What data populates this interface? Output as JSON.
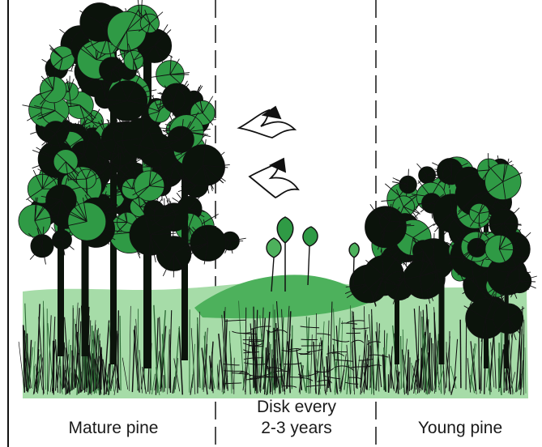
{
  "zones": [
    {
      "id": "mature",
      "label": "Mature pine"
    },
    {
      "id": "disk",
      "label_line1": "Disk every",
      "label_line2": "2-3 years"
    },
    {
      "id": "young",
      "label": "Young pine"
    }
  ],
  "colors": {
    "pine_dark": "#0b130b",
    "pine_green": "#2f9a45",
    "grass_light": "#a6dca8",
    "grass_mid": "#4db15c",
    "ink": "#111111",
    "background": "#ffffff"
  },
  "icons": [
    "pine-tree-icon",
    "bird-icon",
    "grass-icon",
    "shrub-icon"
  ]
}
